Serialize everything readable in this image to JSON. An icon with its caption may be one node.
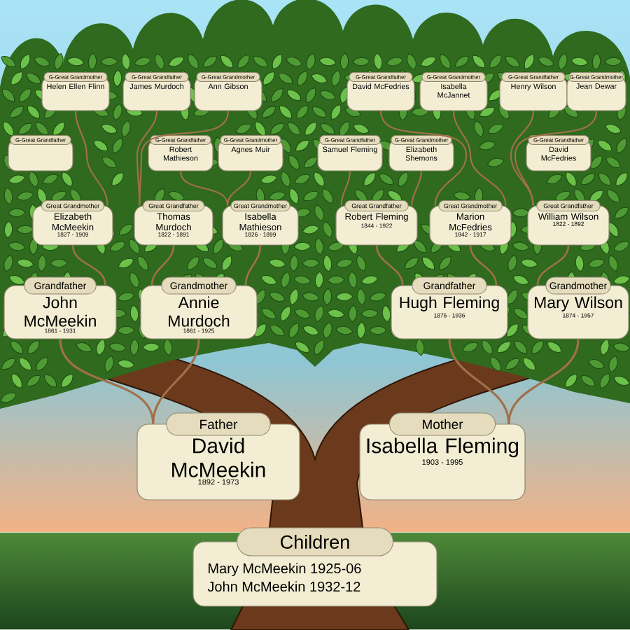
{
  "diagram": {
    "nodes": [
      {
        "text": [
          "G-Great Grandmother",
          "Helen Ellen Flinn"
        ]
      },
      {
        "text": [
          "G-Great Grandfather",
          "James Murdoch"
        ]
      },
      {
        "text": [
          "G-Great Grandmother",
          "Ann Gibson"
        ]
      },
      {
        "text": [
          "G-Great Grandfather",
          "David McFedries"
        ]
      },
      {
        "text": [
          "G-Great Grandmother",
          "Isabella McJannet"
        ]
      },
      {
        "text": [
          "G-Great Grandfather",
          "Henry Wilson"
        ]
      },
      {
        "text": [
          "G-Great Grandmother",
          "Jean Dewar"
        ]
      },
      {
        "text": [
          "G-Great Grandfather"
        ]
      },
      {
        "text": [
          "G-Great Grandfather",
          "Robert Mathieson"
        ]
      },
      {
        "text": [
          "G-Great Grandmother",
          "Agnes Muir"
        ]
      },
      {
        "text": [
          "G-Great Grandfather",
          "Samuel Fleming"
        ]
      },
      {
        "text": [
          "G-Great Grandmother",
          "Elizabeth Shemons"
        ]
      },
      {
        "text": [
          "G-Great Grandfather",
          "David McFedries"
        ]
      },
      {
        "text": [
          "Great Grandmother",
          "Elizabeth McMeekin",
          "1827 - 1909"
        ]
      },
      {
        "text": [
          "Great Grandfather",
          "Thomas Murdoch",
          "1822 - 1891"
        ]
      },
      {
        "text": [
          "Great Grandmother",
          "Isabella Mathieson",
          "1826 - 1899"
        ]
      },
      {
        "text": [
          "Great Grandfather",
          "Robert Fleming",
          "1844 - 1922"
        ]
      },
      {
        "text": [
          "Great Grandmother",
          "Marion McFedries",
          "1842 - 1917"
        ]
      },
      {
        "text": [
          "Great Grandfather",
          "William Wilson",
          "1822 - 1892"
        ]
      },
      {
        "text": [
          "Grandfather",
          "John McMeekin",
          "1861 - 1931"
        ]
      },
      {
        "text": [
          "Grandmother",
          "Annie Murdoch",
          "1861 - 1925"
        ]
      },
      {
        "text": [
          "Grandfather",
          "Hugh Fleming",
          "1875 - 1936"
        ]
      },
      {
        "text": [
          "Grandmother",
          "Mary Wilson",
          "1874 - 1957"
        ]
      },
      {
        "text": [
          "Father",
          "David McMeekin",
          "1892 - 1973"
        ]
      },
      {
        "text": [
          "Mother",
          "Isabella Fleming",
          "1903 - 1995"
        ]
      },
      {
        "text": [
          "Children",
          "Mary McMeekin 1925-06",
          "John McMeekin 1932-12"
        ]
      }
    ],
    "edges": [
      {
        "from": 0,
        "to": 13,
        "arrow": "none"
      },
      {
        "from": 1,
        "to": 14,
        "arrow": "none"
      },
      {
        "from": 2,
        "to": 14,
        "arrow": "none"
      },
      {
        "from": 8,
        "to": 15,
        "arrow": "none"
      },
      {
        "from": 9,
        "to": 15,
        "arrow": "none"
      },
      {
        "from": 3,
        "to": 17,
        "arrow": "none"
      },
      {
        "from": 4,
        "to": 17,
        "arrow": "none"
      },
      {
        "from": 10,
        "to": 16,
        "arrow": "none"
      },
      {
        "from": 11,
        "to": 16,
        "arrow": "none"
      },
      {
        "from": 5,
        "to": 18,
        "arrow": "none"
      },
      {
        "from": 6,
        "to": 18,
        "arrow": "none"
      },
      {
        "from": 13,
        "to": 19,
        "arrow": "none"
      },
      {
        "from": 14,
        "to": 20,
        "arrow": "none"
      },
      {
        "from": 15,
        "to": 20,
        "arrow": "none"
      },
      {
        "from": 16,
        "to": 21,
        "arrow": "none"
      },
      {
        "from": 17,
        "to": 21,
        "arrow": "none"
      },
      {
        "from": 18,
        "to": 22,
        "arrow": "none"
      },
      {
        "from": 19,
        "to": 23,
        "arrow": "none"
      },
      {
        "from": 20,
        "to": 23,
        "arrow": "none"
      },
      {
        "from": 21,
        "to": 24,
        "arrow": "none"
      },
      {
        "from": 22,
        "to": 24,
        "arrow": "none"
      }
    ]
  }
}
